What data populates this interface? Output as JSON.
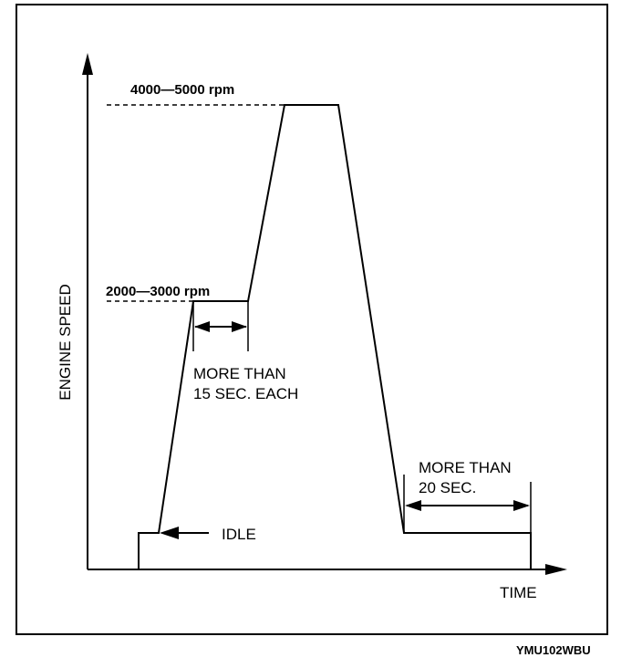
{
  "diagram": {
    "y_axis_label": "ENGINE SPEED",
    "x_axis_label": "TIME",
    "levels": {
      "high": "4000—5000 rpm",
      "mid": "2000—3000 rpm"
    },
    "annotations": {
      "hold_mid_line1": "MORE THAN",
      "hold_mid_line2": "15 SEC. EACH",
      "idle": "IDLE",
      "hold_end_line1": "MORE THAN",
      "hold_end_line2": "20 SEC."
    },
    "figure_id": "YMU102WBU"
  }
}
